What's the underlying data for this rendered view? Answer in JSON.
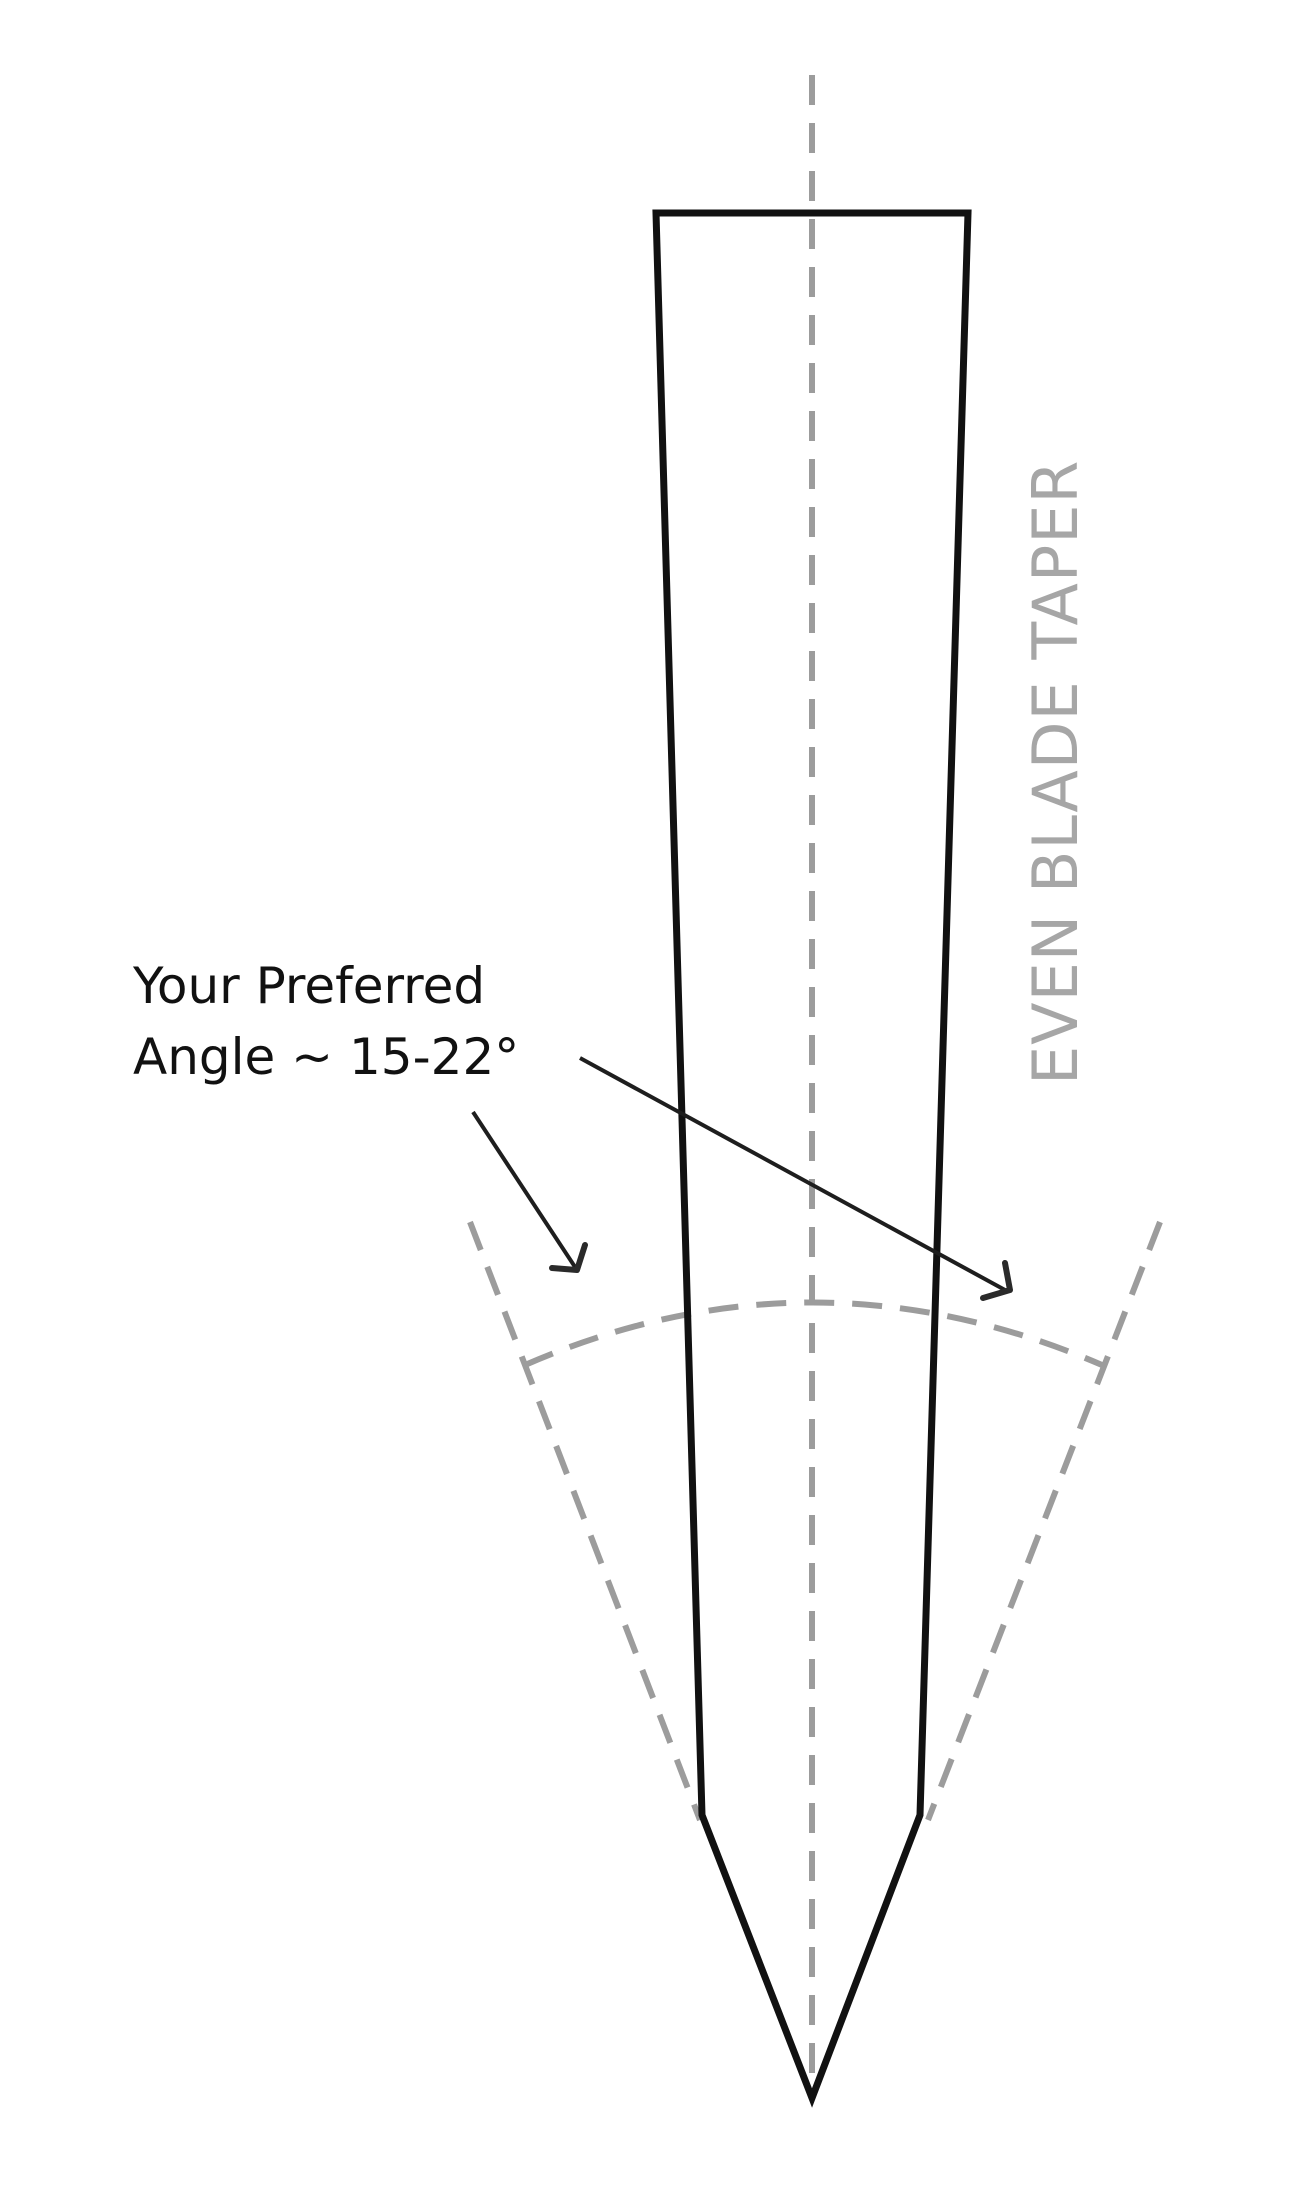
{
  "diagram": {
    "taper_label": "EVEN BLADE TAPER",
    "angle_label_line1": "Your Preferred",
    "angle_label_line2": "Angle ~ 15-22°"
  },
  "colors": {
    "outline": "#111111",
    "guide": "#9c9c9c",
    "taper_text": "#a6a6a6",
    "background": "#ffffff"
  }
}
